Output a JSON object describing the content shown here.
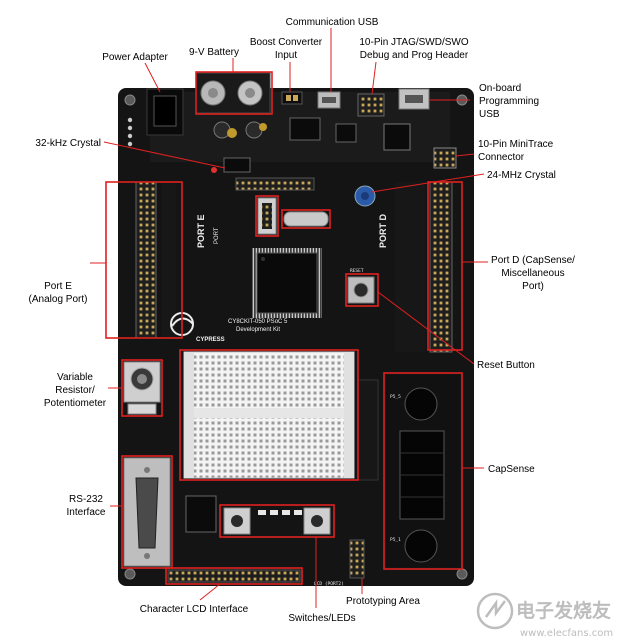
{
  "callouts": {
    "communication_usb": "Communication USB",
    "boost_converter": [
      "Boost Converter",
      "Input"
    ],
    "battery": "9-V Battery",
    "power_adapter": "Power Adapter",
    "jtag": [
      "10-Pin JTAG/SWD/SWO",
      "Debug and Prog Header"
    ],
    "onboard_usb": [
      "On-board",
      "Programming",
      "USB"
    ],
    "crystal_32k": "32-kHz Crystal",
    "minitrace": [
      "10-Pin MiniTrace",
      "Connector"
    ],
    "crystal_24m": "24-MHz Crystal",
    "port_d": [
      "Port D (CapSense/",
      "Miscellaneous",
      "Port)"
    ],
    "port_e": [
      "Port E",
      "(Analog Port)"
    ],
    "reset_button": "Reset Button",
    "potentiometer": [
      "Variable",
      "Resistor/",
      "Potentiometer"
    ],
    "capsense": "CapSense",
    "rs232": [
      "RS-232",
      "Interface"
    ],
    "lcd": "Character LCD Interface",
    "switches": "Switches/LEDs",
    "prototyping": "Prototyping Area"
  },
  "board_silkscreen": {
    "port_e_label": "PORT E",
    "port_d_label": "PORT D",
    "port_label": "PORT",
    "chip_line1": "CY8CKIT-050 PSoC 5",
    "chip_line2": "Development Kit",
    "brand": "CYPRESS",
    "lcd_label": "LCD (PORT2)",
    "reset_label": "RESET",
    "cap_p5": "P5_5",
    "cap_p1": "P5_1"
  },
  "watermark": {
    "title": "电子发烧友",
    "url": "www.elecfans.com"
  },
  "colors": {
    "board": "#141414",
    "annotation": "#e02020",
    "leader_line": "#e02020",
    "text": "#000000"
  }
}
